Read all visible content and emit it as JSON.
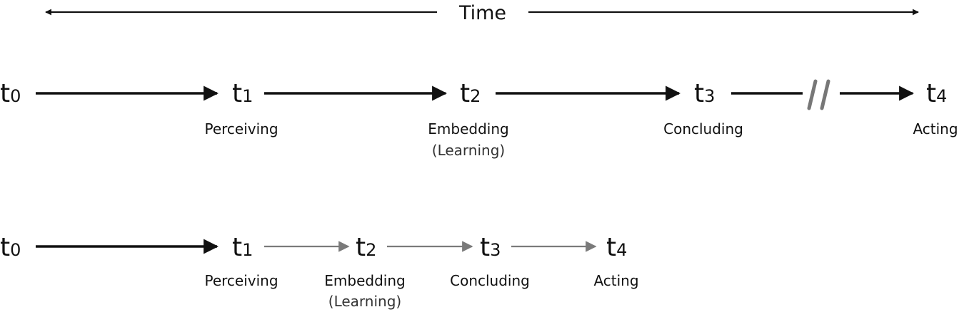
{
  "time_axis": {
    "label": "Time"
  },
  "timeline_long": {
    "nodes": [
      {
        "base": "t",
        "sub": "0",
        "stage": "",
        "note": ""
      },
      {
        "base": "t",
        "sub": "1",
        "stage": "Perceiving",
        "note": ""
      },
      {
        "base": "t",
        "sub": "2",
        "stage": "Embedding",
        "note": "(Learning)"
      },
      {
        "base": "t",
        "sub": "3",
        "stage": "Concluding",
        "note": ""
      },
      {
        "base": "t",
        "sub": "4",
        "stage": "Acting",
        "note": ""
      }
    ],
    "break_mark": "//"
  },
  "timeline_short": {
    "nodes": [
      {
        "base": "t",
        "sub": "0",
        "stage": "",
        "note": ""
      },
      {
        "base": "t",
        "sub": "1",
        "stage": "Perceiving",
        "note": ""
      },
      {
        "base": "t",
        "sub": "2",
        "stage": "Embedding",
        "note": "(Learning)"
      },
      {
        "base": "t",
        "sub": "3",
        "stage": "Concluding",
        "note": ""
      },
      {
        "base": "t",
        "sub": "4",
        "stage": "Acting",
        "note": ""
      }
    ]
  },
  "colors": {
    "primary_arrow": "#111111",
    "secondary_arrow": "#7a7a7a",
    "break_mark": "#777777"
  }
}
